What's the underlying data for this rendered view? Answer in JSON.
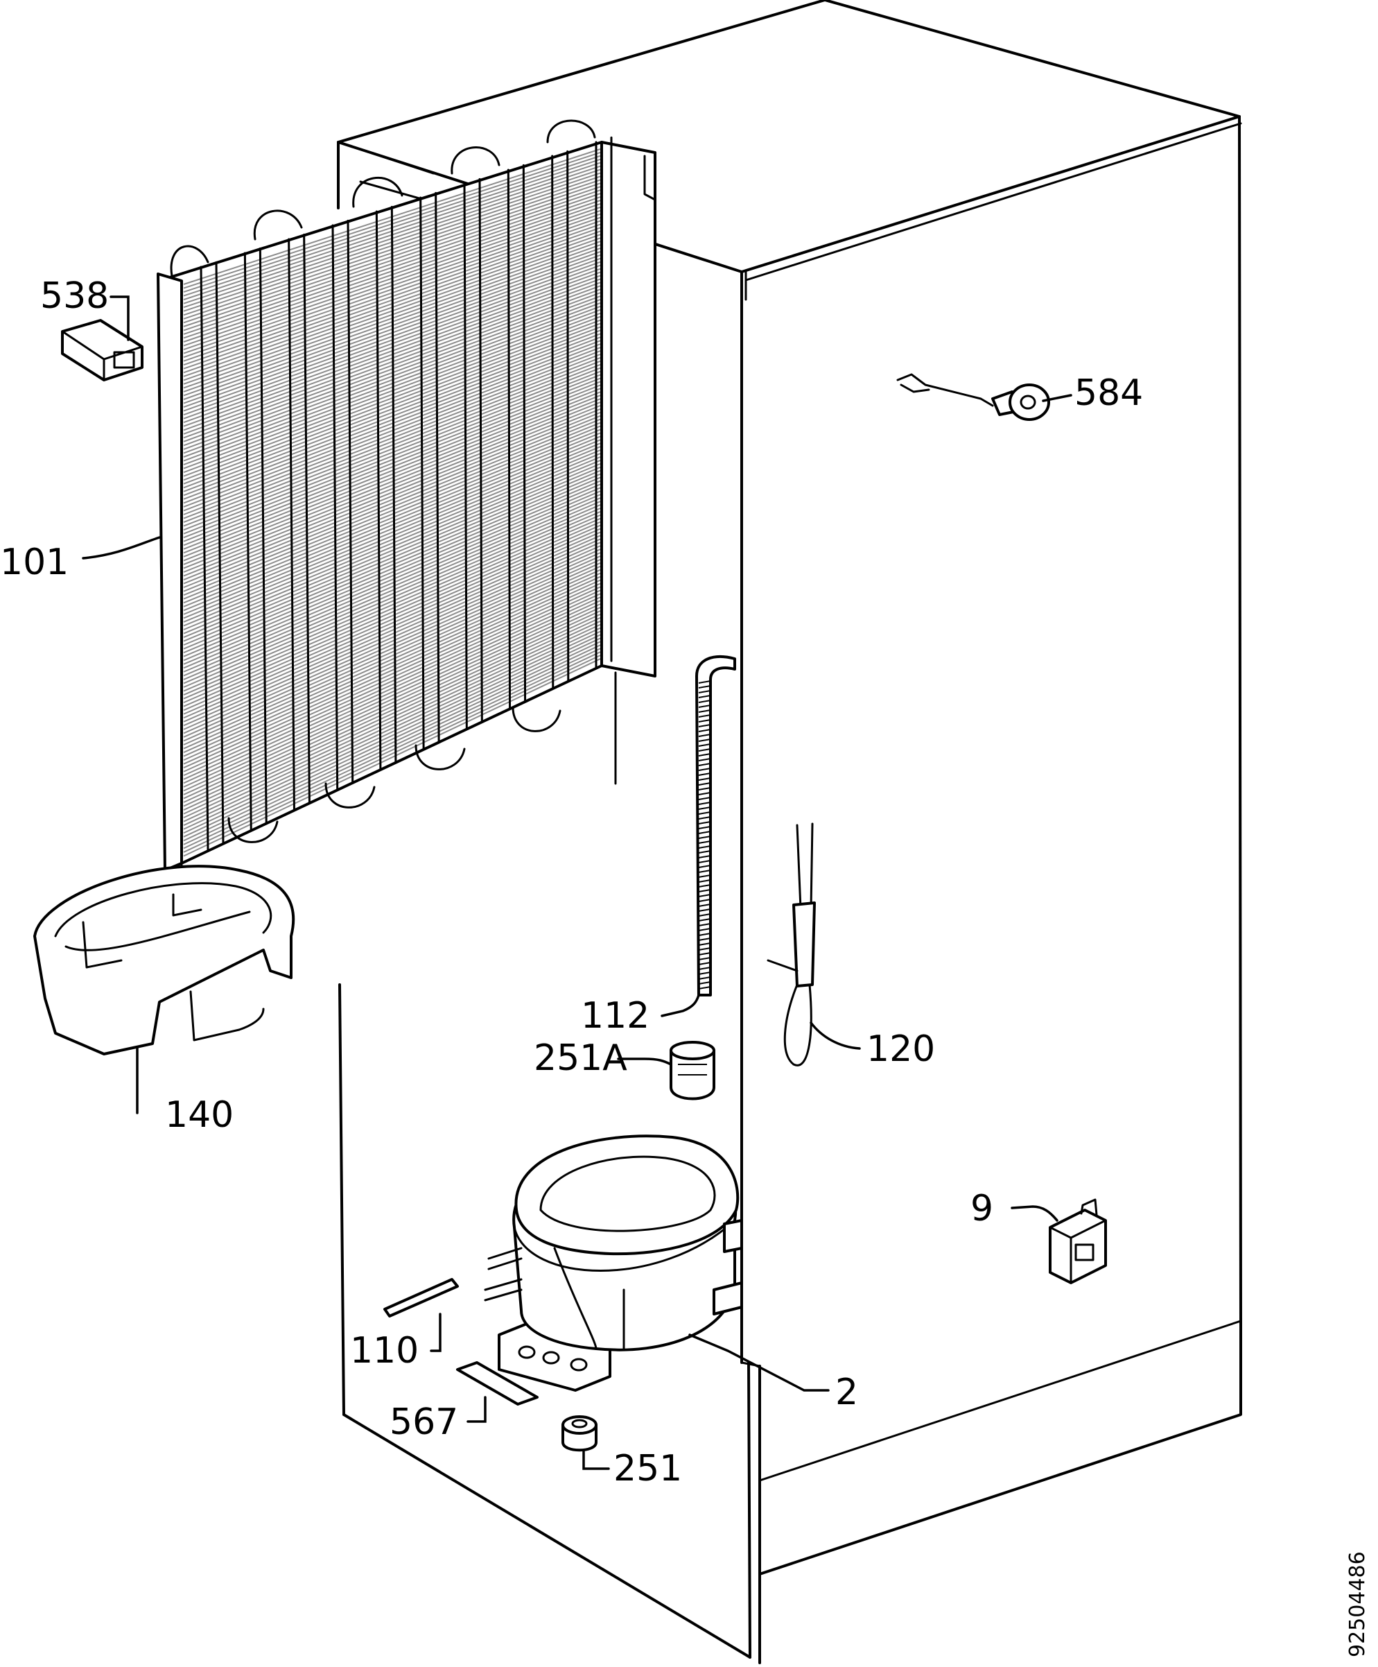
{
  "diagram": {
    "reference_number": "92504486",
    "callouts": [
      {
        "id": "538",
        "text": "538"
      },
      {
        "id": "584",
        "text": "584"
      },
      {
        "id": "101",
        "text": "101"
      },
      {
        "id": "112",
        "text": "112"
      },
      {
        "id": "251A",
        "text": "251A"
      },
      {
        "id": "120",
        "text": "120"
      },
      {
        "id": "140",
        "text": "140"
      },
      {
        "id": "9",
        "text": "9"
      },
      {
        "id": "110",
        "text": "110"
      },
      {
        "id": "2",
        "text": "2"
      },
      {
        "id": "567",
        "text": "567"
      },
      {
        "id": "251",
        "text": "251"
      }
    ]
  }
}
